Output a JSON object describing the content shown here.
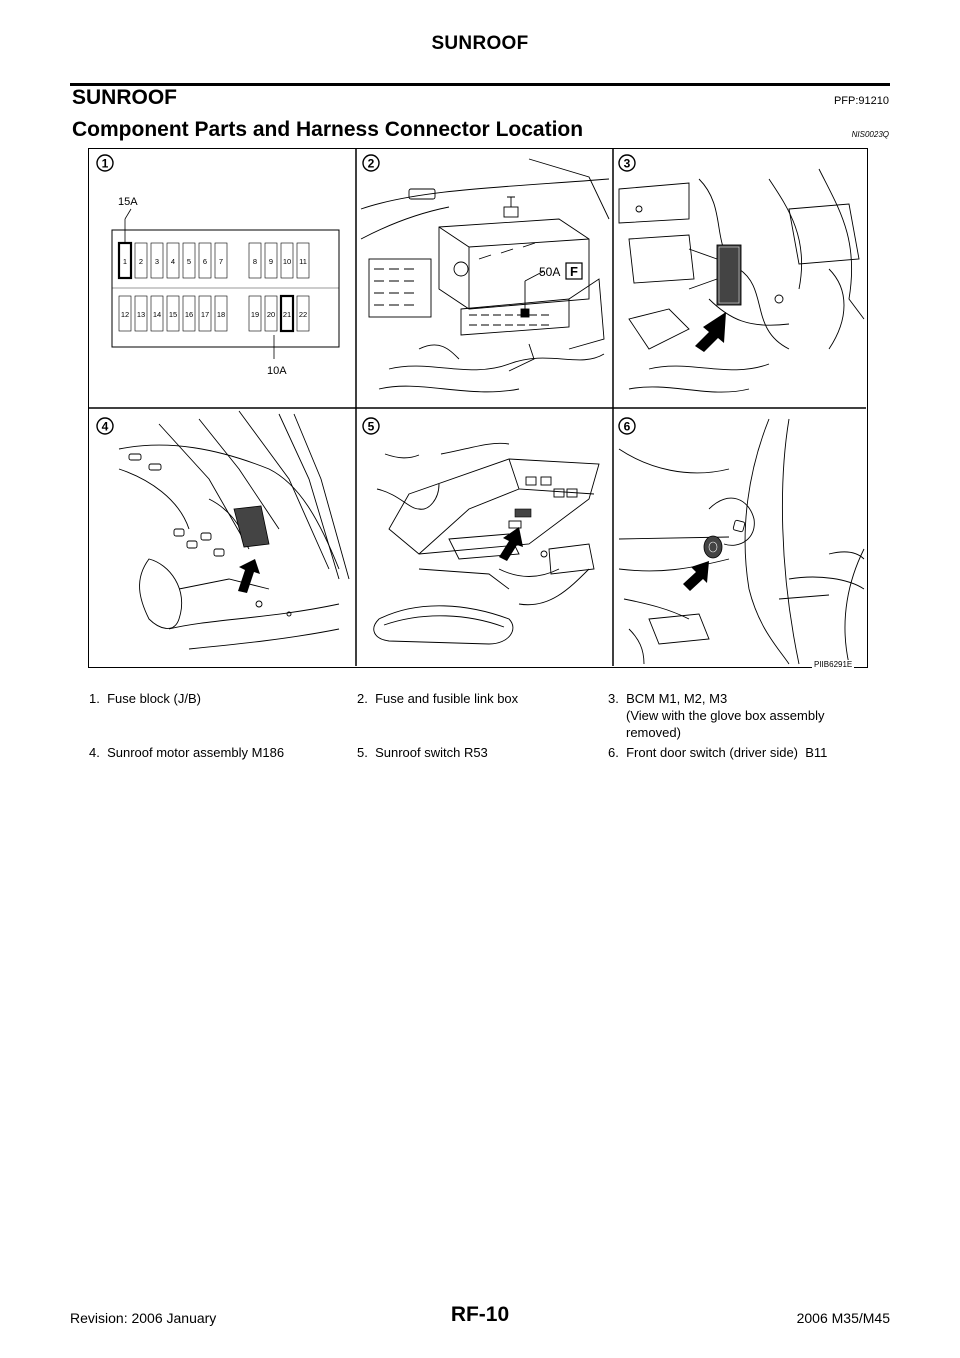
{
  "header": {
    "running_title": "SUNROOF"
  },
  "section": {
    "title": "SUNROOF",
    "code": "PFP:91210"
  },
  "subsection": {
    "title": "Component Parts and Harness Connector Location",
    "code": "NIS0023Q"
  },
  "figure": {
    "id": "PIIB6291E",
    "panels": [
      {
        "marker": "1"
      },
      {
        "marker": "2"
      },
      {
        "marker": "3"
      },
      {
        "marker": "4"
      },
      {
        "marker": "5"
      },
      {
        "marker": "6"
      }
    ],
    "fuse_labels": {
      "top_fuse": "15A",
      "bottom_fuse": "10A",
      "row1": [
        "1",
        "2",
        "3",
        "4",
        "5",
        "6",
        "7",
        "8",
        "9",
        "10",
        "11"
      ],
      "row2": [
        "12",
        "13",
        "14",
        "15",
        "16",
        "17",
        "18",
        "19",
        "20",
        "21",
        "22"
      ]
    },
    "link_box_labels": {
      "amp": "50A",
      "letter": "F"
    }
  },
  "legend": [
    {
      "text": "1.  Fuse block (J/B)"
    },
    {
      "text": "2.  Fuse and fusible link box"
    },
    {
      "text": "3.  BCM M1, M2, M3",
      "text2": "(View with the glove box assembly",
      "text3": "removed)"
    },
    {
      "text": "4.  Sunroof motor assembly M186"
    },
    {
      "text": "5.  Sunroof switch R53"
    },
    {
      "text": "6.  Front door switch (driver side)  B11"
    }
  ],
  "footer": {
    "revision": "Revision: 2006 January",
    "page_code": "RF-10",
    "model": "2006 M35/M45"
  }
}
